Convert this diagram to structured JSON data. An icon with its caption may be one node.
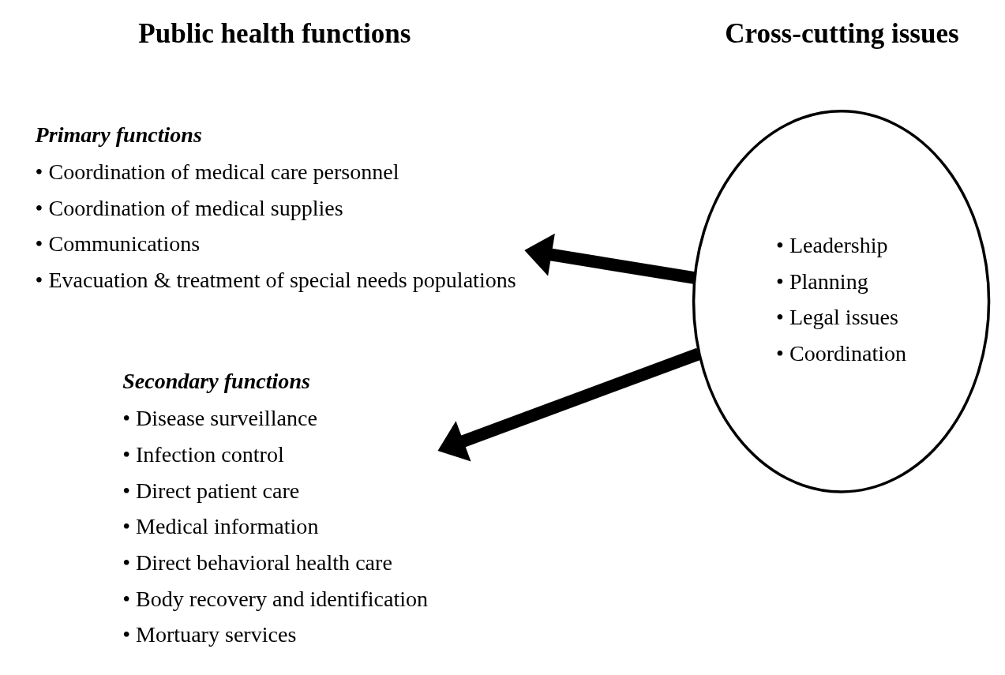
{
  "diagram": {
    "nodes": [
      {
        "text": [
          "Primary functions",
          "• Coordination of medical care personnel",
          "• Coordination of medical supplies",
          "• Communications",
          "• Evacuation & treatment of special needs populations"
        ]
      },
      {
        "text": [
          "Secondary functions",
          "• Disease surveillance",
          "• Infection control",
          "• Direct patient care",
          "• Medical information",
          "• Direct behavioral health care",
          "• Body recovery and identification",
          "• Mortuary services"
        ]
      },
      {
        "text": [
          "• Leadership",
          "• Planning",
          "• Legal issues",
          "• Coordination"
        ]
      }
    ],
    "edges": [
      {
        "from": 2,
        "to": 0,
        "arrow": "to"
      },
      {
        "from": 2,
        "to": 1,
        "arrow": "to"
      }
    ],
    "labels": [
      "Public health functions",
      "Cross-cutting issues"
    ]
  }
}
